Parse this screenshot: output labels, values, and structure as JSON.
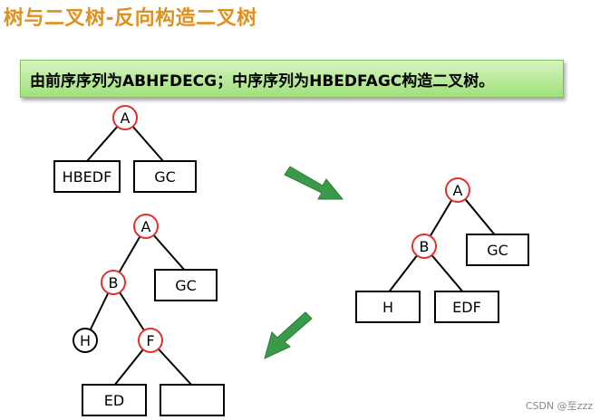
{
  "header": {
    "title": "树与二叉树-反向构造二叉树"
  },
  "banner": {
    "text": "由前序序列为ABHFDECG；中序序列为HBEDFAGC构造二叉树。"
  },
  "diagram": {
    "step1": {
      "root": "A",
      "left_box": "HBEDF",
      "right_box": "GC"
    },
    "step2": {
      "root": "A",
      "left_node": "B",
      "right_box": "GC",
      "left_left_box": "H",
      "left_right_box": "EDF"
    },
    "step3": {
      "root": "A",
      "left_node": "B",
      "right_box": "GC",
      "left_left_node": "H",
      "left_right_node": "F",
      "f_left_box": "ED",
      "f_right_box": ""
    }
  },
  "watermark": "CSDN @至zzz",
  "colors": {
    "node_red": "#e03030",
    "arrow_green": "#3a9a4a",
    "title_orange": "#e0901e",
    "banner_green": "#a6e27f"
  }
}
